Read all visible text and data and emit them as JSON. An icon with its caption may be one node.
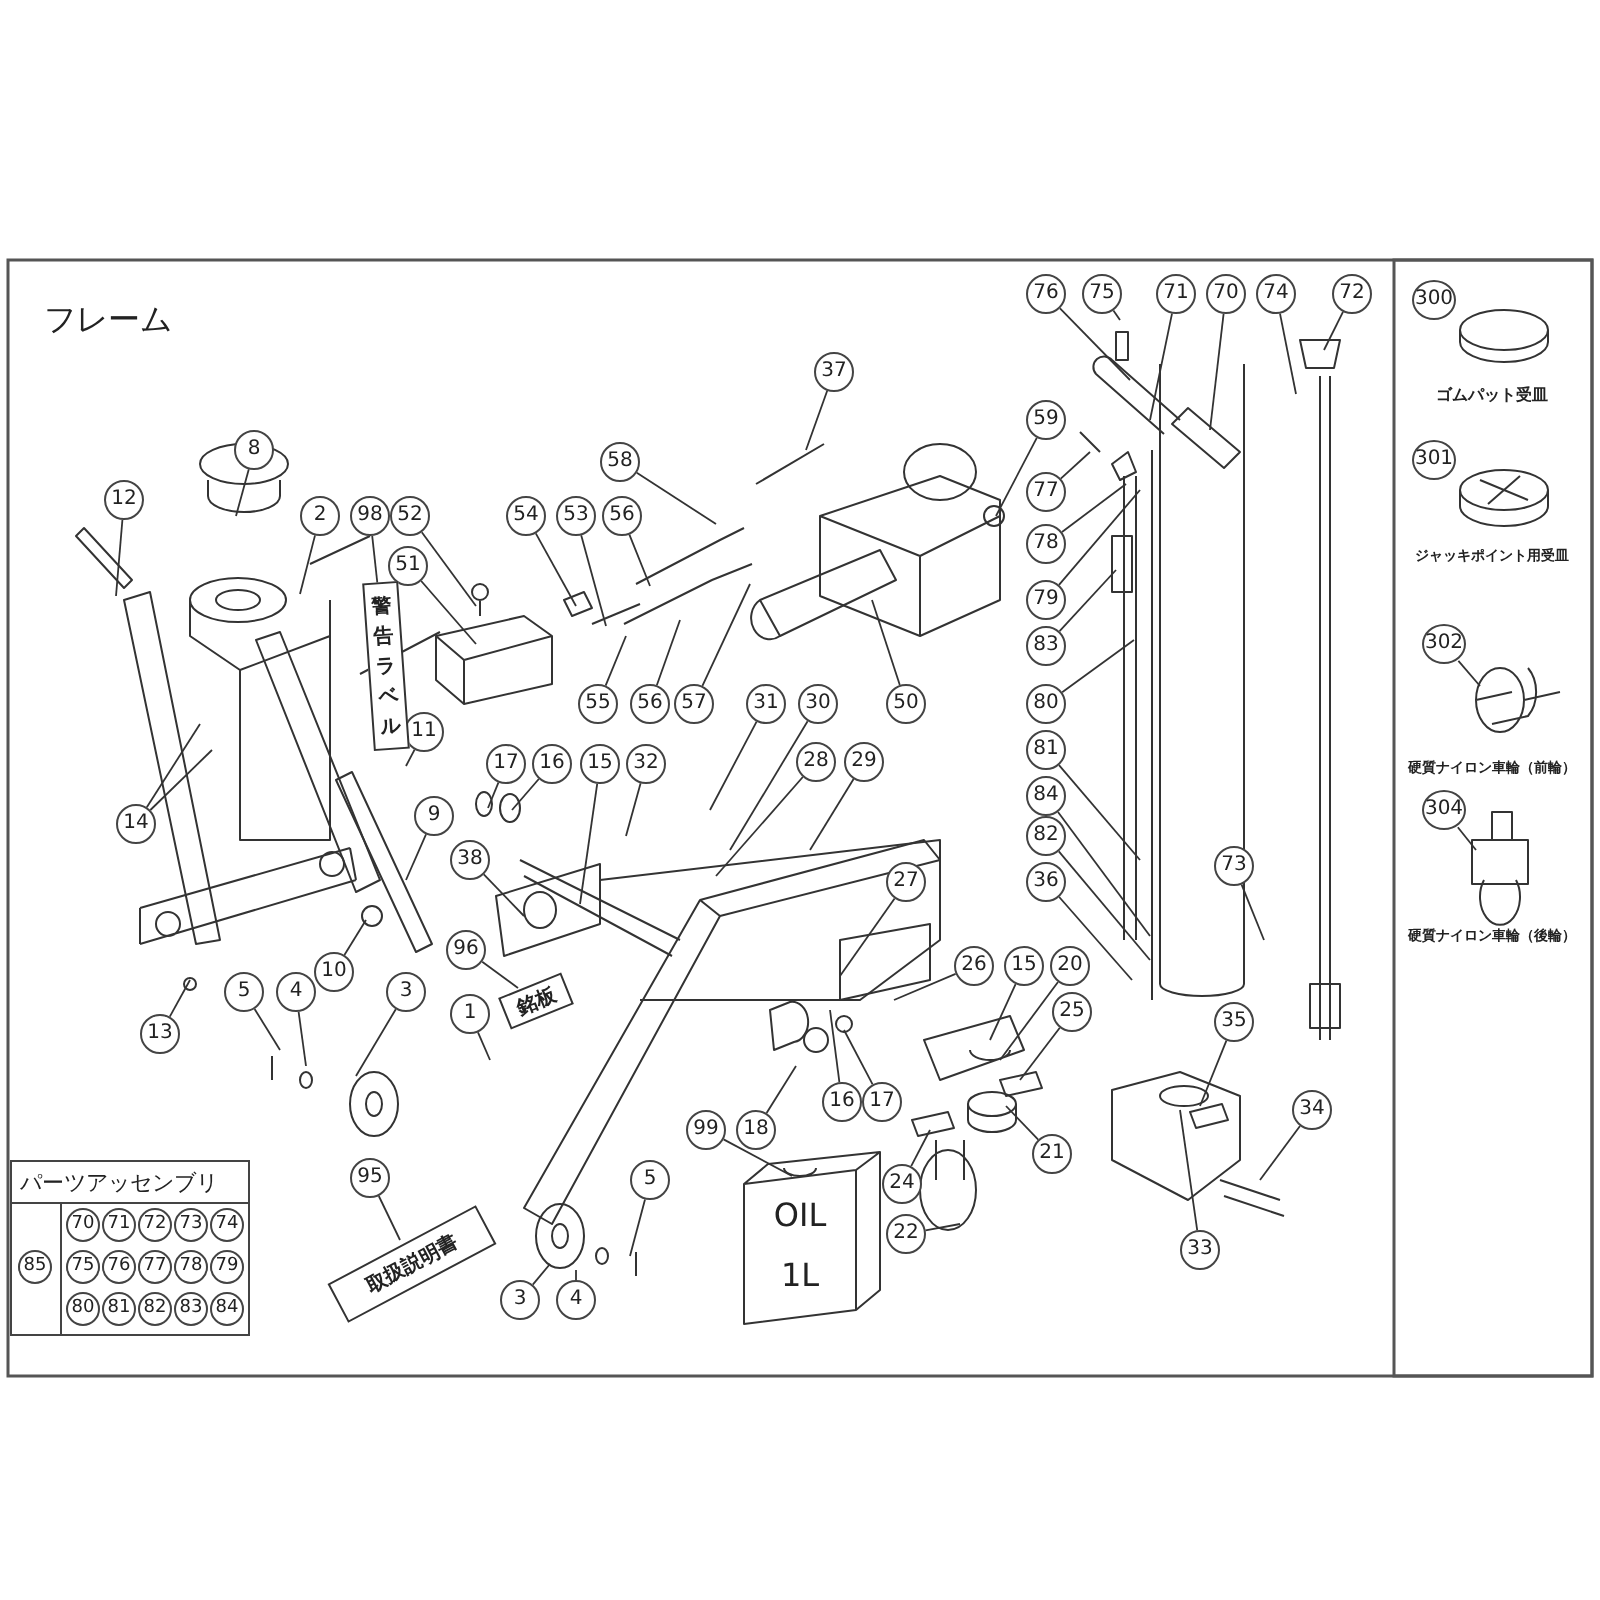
{
  "diagram": {
    "title": "フレーム",
    "nodes": [
      {
        "text": [
          "8"
        ]
      },
      {
        "text": [
          "12"
        ]
      },
      {
        "text": [
          "2"
        ]
      },
      {
        "text": [
          "98"
        ]
      },
      {
        "text": [
          "52"
        ]
      },
      {
        "text": [
          "51"
        ]
      },
      {
        "text": [
          "54"
        ]
      },
      {
        "text": [
          "53"
        ]
      },
      {
        "text": [
          "56"
        ]
      },
      {
        "text": [
          "58"
        ]
      },
      {
        "text": [
          "37"
        ]
      },
      {
        "text": [
          "59"
        ]
      },
      {
        "text": [
          "76"
        ]
      },
      {
        "text": [
          "75"
        ]
      },
      {
        "text": [
          "71"
        ]
      },
      {
        "text": [
          "70"
        ]
      },
      {
        "text": [
          "74"
        ]
      },
      {
        "text": [
          "72"
        ]
      },
      {
        "text": [
          "77"
        ]
      },
      {
        "text": [
          "78"
        ]
      },
      {
        "text": [
          "79"
        ]
      },
      {
        "text": [
          "83"
        ]
      },
      {
        "text": [
          "80"
        ]
      },
      {
        "text": [
          "55"
        ]
      },
      {
        "text": [
          "56"
        ]
      },
      {
        "text": [
          "57"
        ]
      },
      {
        "text": [
          "31"
        ]
      },
      {
        "text": [
          "30"
        ]
      },
      {
        "text": [
          "50"
        ]
      },
      {
        "text": [
          "11"
        ]
      },
      {
        "text": [
          "81"
        ]
      },
      {
        "text": [
          "17"
        ]
      },
      {
        "text": [
          "16"
        ]
      },
      {
        "text": [
          "15"
        ]
      },
      {
        "text": [
          "32"
        ]
      },
      {
        "text": [
          "28"
        ]
      },
      {
        "text": [
          "29"
        ]
      },
      {
        "text": [
          "84"
        ]
      },
      {
        "text": [
          "9"
        ]
      },
      {
        "text": [
          "14"
        ]
      },
      {
        "text": [
          "82"
        ]
      },
      {
        "text": [
          "38"
        ]
      },
      {
        "text": [
          "36"
        ]
      },
      {
        "text": [
          "73"
        ]
      },
      {
        "text": [
          "27"
        ]
      },
      {
        "text": [
          "26"
        ]
      },
      {
        "text": [
          "15"
        ]
      },
      {
        "text": [
          "20"
        ]
      },
      {
        "text": [
          "96"
        ]
      },
      {
        "text": [
          "10"
        ]
      },
      {
        "text": [
          "5"
        ]
      },
      {
        "text": [
          "4"
        ]
      },
      {
        "text": [
          "3"
        ]
      },
      {
        "text": [
          "1"
        ]
      },
      {
        "text": [
          "25"
        ]
      },
      {
        "text": [
          "35"
        ]
      },
      {
        "text": [
          "13"
        ]
      },
      {
        "text": [
          "16"
        ]
      },
      {
        "text": [
          "17"
        ]
      },
      {
        "text": [
          "34"
        ]
      },
      {
        "text": [
          "99"
        ]
      },
      {
        "text": [
          "18"
        ]
      },
      {
        "text": [
          "21"
        ]
      },
      {
        "text": [
          "95"
        ]
      },
      {
        "text": [
          "5"
        ]
      },
      {
        "text": [
          "24"
        ]
      },
      {
        "text": [
          "22"
        ]
      },
      {
        "text": [
          "33"
        ]
      },
      {
        "text": [
          "3"
        ]
      },
      {
        "text": [
          "4"
        ]
      },
      {
        "text": [
          "300"
        ]
      },
      {
        "text": [
          "301"
        ]
      },
      {
        "text": [
          "302"
        ]
      },
      {
        "text": [
          "304"
        ]
      },
      {
        "text": [
          "警告ラベル"
        ]
      },
      {
        "text": [
          "銘板"
        ]
      },
      {
        "text": [
          "取扱説明書"
        ]
      },
      {
        "text": [
          "パーツアッセンブリ"
        ]
      },
      {
        "text": [
          "85"
        ],
        "in": 77
      },
      {
        "text": [
          "70"
        ],
        "in": 77
      },
      {
        "text": [
          "71"
        ],
        "in": 77
      },
      {
        "text": [
          "72"
        ],
        "in": 77
      },
      {
        "text": [
          "73"
        ],
        "in": 77
      },
      {
        "text": [
          "74"
        ],
        "in": 77
      },
      {
        "text": [
          "75"
        ],
        "in": 77
      },
      {
        "text": [
          "76"
        ],
        "in": 77
      },
      {
        "text": [
          "77"
        ],
        "in": 77
      },
      {
        "text": [
          "78"
        ],
        "in": 77
      },
      {
        "text": [
          "79"
        ],
        "in": 77
      },
      {
        "text": [
          "80"
        ],
        "in": 77
      },
      {
        "text": [
          "81"
        ],
        "in": 77
      },
      {
        "text": [
          "82"
        ],
        "in": 77
      },
      {
        "text": [
          "83"
        ],
        "in": 77
      },
      {
        "text": [
          "84"
        ],
        "in": 77
      }
    ],
    "edges": [
      {
        "from": 0,
        "to": null,
        "arrow": "none"
      },
      {
        "from": 1,
        "to": null,
        "arrow": "none"
      },
      {
        "from": 2,
        "to": null,
        "arrow": "none"
      },
      {
        "from": 3,
        "to": 74,
        "arrow": "none"
      },
      {
        "from": 4,
        "to": null,
        "arrow": "none"
      },
      {
        "from": 5,
        "to": null,
        "arrow": "none"
      },
      {
        "from": 6,
        "to": null,
        "arrow": "none"
      },
      {
        "from": 7,
        "to": null,
        "arrow": "none"
      },
      {
        "from": 8,
        "to": null,
        "arrow": "none"
      },
      {
        "from": 9,
        "to": null,
        "arrow": "none"
      },
      {
        "from": 10,
        "to": null,
        "arrow": "none"
      },
      {
        "from": 11,
        "to": null,
        "arrow": "none"
      },
      {
        "from": 12,
        "to": null,
        "arrow": "none"
      },
      {
        "from": 13,
        "to": null,
        "arrow": "none"
      },
      {
        "from": 14,
        "to": null,
        "arrow": "none"
      },
      {
        "from": 15,
        "to": null,
        "arrow": "none"
      },
      {
        "from": 16,
        "to": null,
        "arrow": "none"
      },
      {
        "from": 17,
        "to": null,
        "arrow": "none"
      },
      {
        "from": 18,
        "to": null,
        "arrow": "none"
      },
      {
        "from": 19,
        "to": null,
        "arrow": "none"
      },
      {
        "from": 20,
        "to": null,
        "arrow": "none"
      },
      {
        "from": 21,
        "to": null,
        "arrow": "none"
      },
      {
        "from": 22,
        "to": null,
        "arrow": "none"
      },
      {
        "from": 23,
        "to": null,
        "arrow": "none"
      },
      {
        "from": 24,
        "to": null,
        "arrow": "none"
      },
      {
        "from": 25,
        "to": null,
        "arrow": "none"
      },
      {
        "from": 26,
        "to": null,
        "arrow": "none"
      },
      {
        "from": 27,
        "to": null,
        "arrow": "none"
      },
      {
        "from": 28,
        "to": null,
        "arrow": "none"
      },
      {
        "from": 29,
        "to": null,
        "arrow": "none"
      },
      {
        "from": 30,
        "to": null,
        "arrow": "none"
      },
      {
        "from": 31,
        "to": null,
        "arrow": "none"
      },
      {
        "from": 32,
        "to": null,
        "arrow": "none"
      },
      {
        "from": 33,
        "to": null,
        "arrow": "none"
      },
      {
        "from": 34,
        "to": null,
        "arrow": "none"
      },
      {
        "from": 35,
        "to": null,
        "arrow": "none"
      },
      {
        "from": 36,
        "to": null,
        "arrow": "none"
      },
      {
        "from": 37,
        "to": null,
        "arrow": "none"
      },
      {
        "from": 38,
        "to": null,
        "arrow": "none"
      },
      {
        "from": 39,
        "to": null,
        "arrow": "none"
      },
      {
        "from": 39,
        "to": null,
        "arrow": "none"
      },
      {
        "from": 40,
        "to": null,
        "arrow": "none"
      },
      {
        "from": 41,
        "to": null,
        "arrow": "none"
      },
      {
        "from": 42,
        "to": null,
        "arrow": "none"
      },
      {
        "from": 43,
        "to": null,
        "arrow": "none"
      },
      {
        "from": 44,
        "to": null,
        "arrow": "none"
      },
      {
        "from": 45,
        "to": null,
        "arrow": "none"
      },
      {
        "from": 46,
        "to": null,
        "arrow": "none"
      },
      {
        "from": 47,
        "to": null,
        "arrow": "none"
      },
      {
        "from": 48,
        "to": 75,
        "arrow": "none"
      },
      {
        "from": 49,
        "to": null,
        "arrow": "none"
      },
      {
        "from": 50,
        "to": null,
        "arrow": "none"
      },
      {
        "from": 51,
        "to": null,
        "arrow": "none"
      },
      {
        "from": 52,
        "to": null,
        "arrow": "none"
      },
      {
        "from": 53,
        "to": null,
        "arrow": "none"
      },
      {
        "from": 54,
        "to": null,
        "arrow": "none"
      },
      {
        "from": 55,
        "to": null,
        "arrow": "none"
      },
      {
        "from": 56,
        "to": null,
        "arrow": "none"
      },
      {
        "from": 57,
        "to": null,
        "arrow": "none"
      },
      {
        "from": 58,
        "to": null,
        "arrow": "none"
      },
      {
        "from": 59,
        "to": null,
        "arrow": "none"
      },
      {
        "from": 60,
        "to": null,
        "arrow": "none"
      },
      {
        "from": 61,
        "to": null,
        "arrow": "none"
      },
      {
        "from": 62,
        "to": null,
        "arrow": "none"
      },
      {
        "from": 63,
        "to": 76,
        "arrow": "none"
      },
      {
        "from": 64,
        "to": null,
        "arrow": "none"
      },
      {
        "from": 65,
        "to": null,
        "arrow": "none"
      },
      {
        "from": 66,
        "to": null,
        "arrow": "none"
      },
      {
        "from": 67,
        "to": null,
        "arrow": "none"
      },
      {
        "from": 68,
        "to": null,
        "arrow": "none"
      },
      {
        "from": 69,
        "to": null,
        "arrow": "none"
      },
      {
        "from": 72,
        "to": null,
        "arrow": "none"
      },
      {
        "from": 73,
        "to": null,
        "arrow": "none"
      }
    ],
    "labels": [
      "ゴムパット受皿",
      "ジャッキポイント用受皿",
      "硬質ナイロン車輪（前輪）",
      "硬質ナイロン車輪（後輪）",
      "OIL",
      "1L"
    ]
  }
}
